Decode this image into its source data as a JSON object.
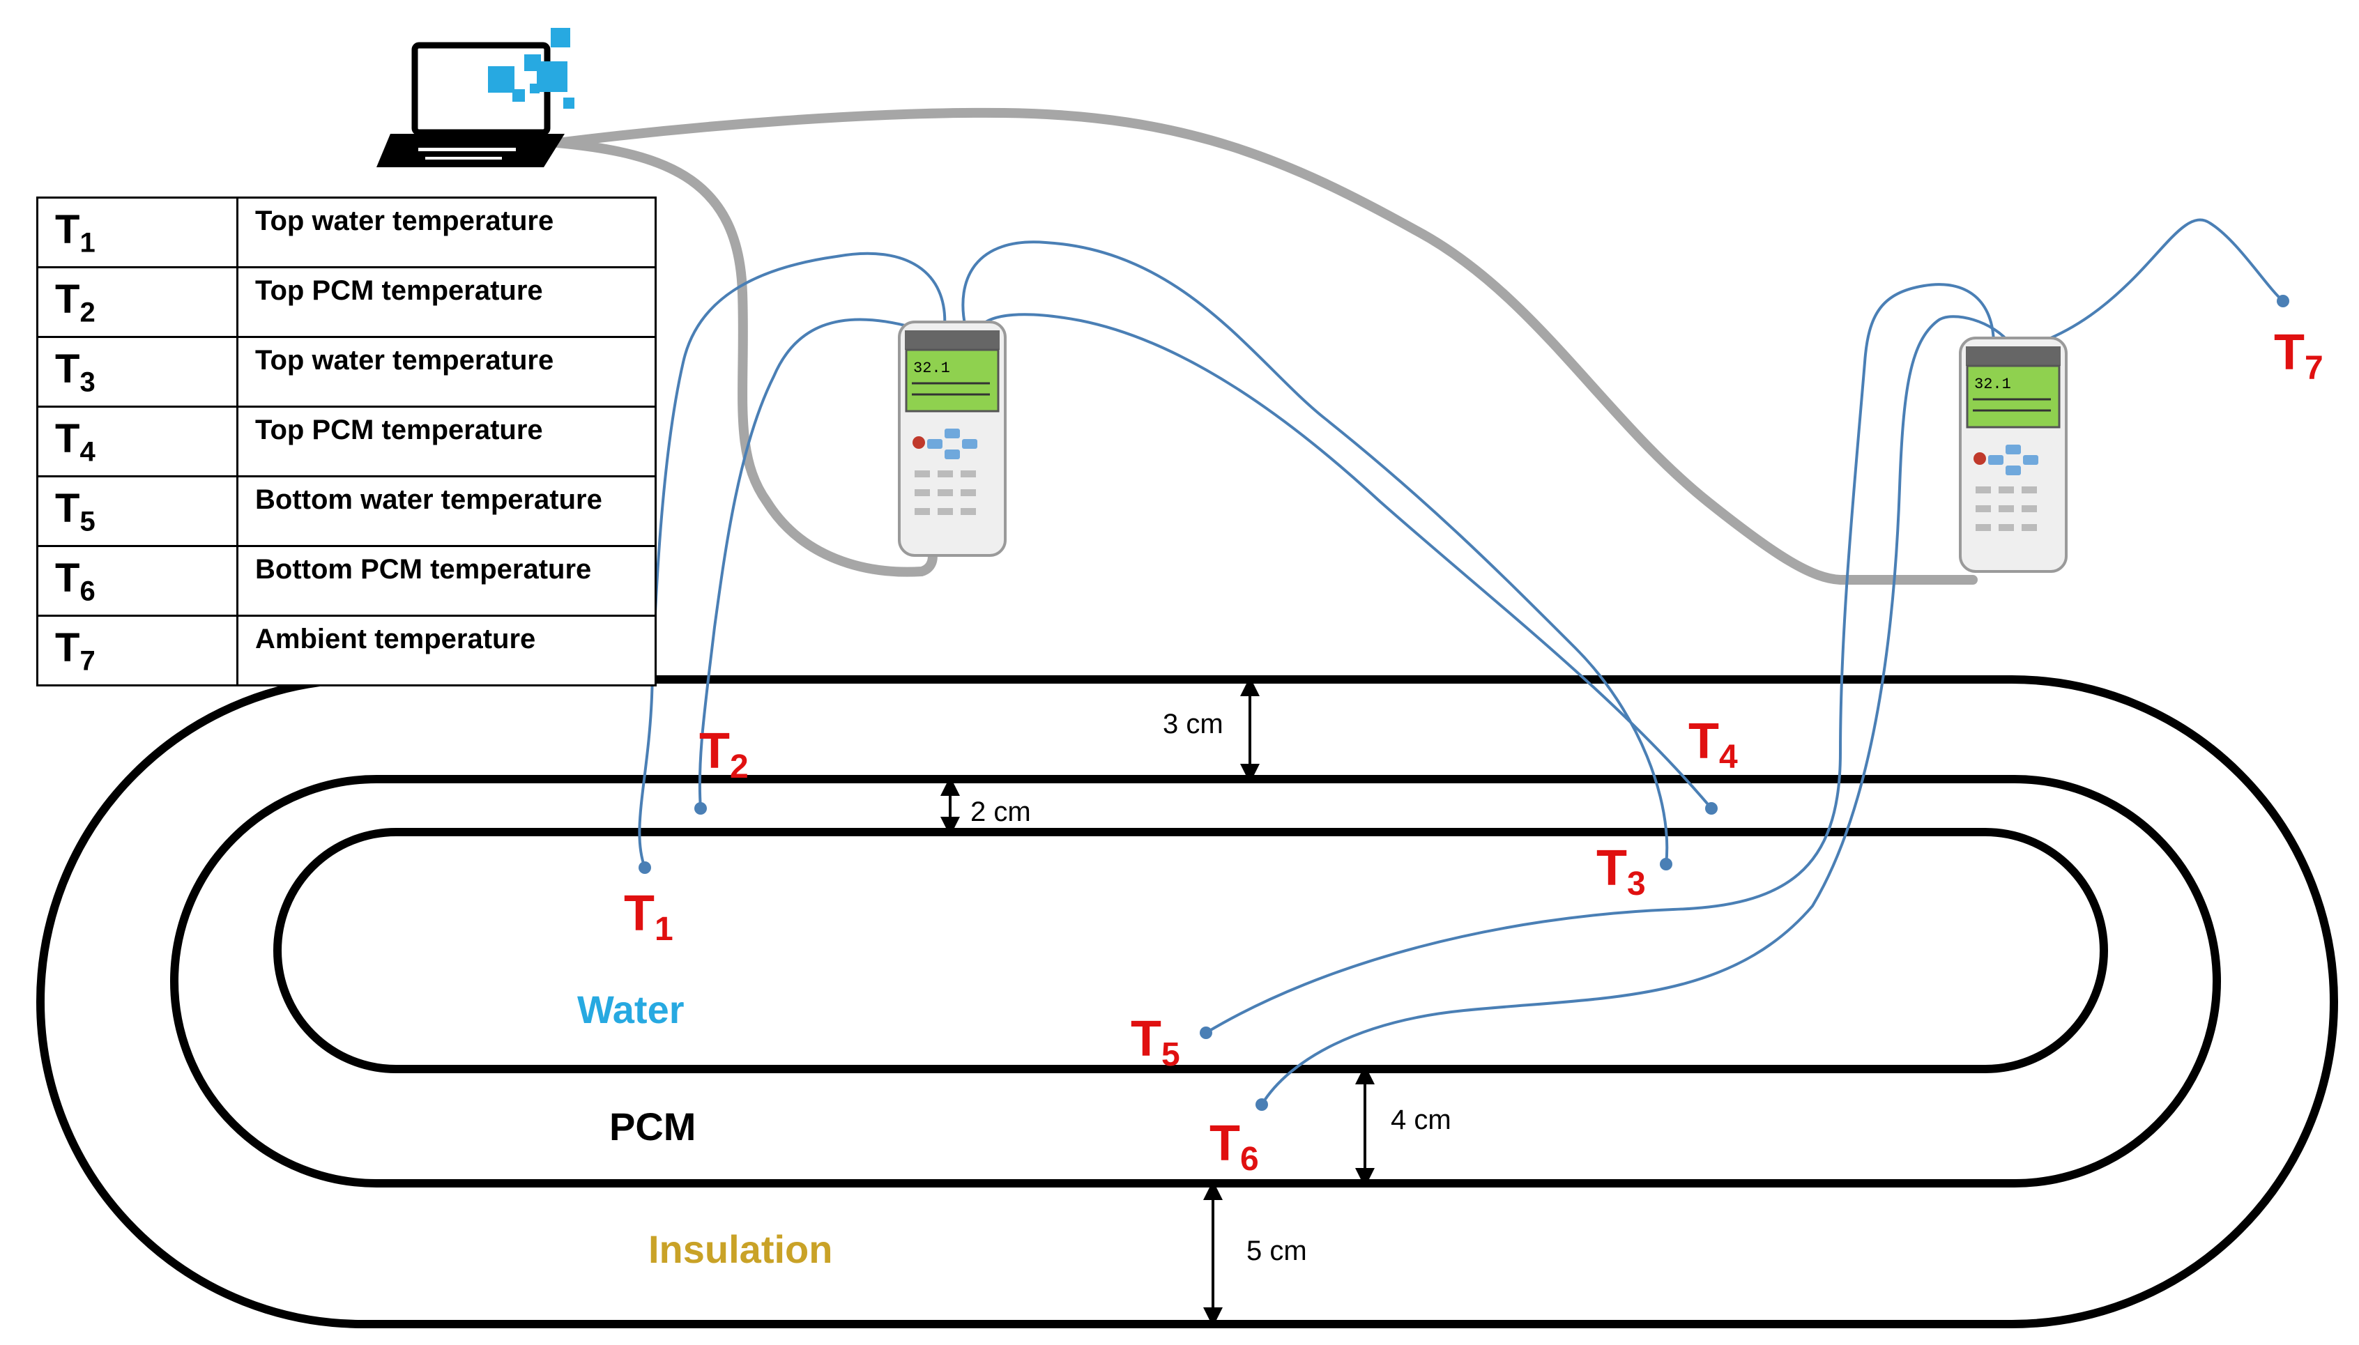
{
  "legend": [
    {
      "symbol": "T",
      "sub": "1",
      "description": "Top water temperature"
    },
    {
      "symbol": "T",
      "sub": "2",
      "description": "Top PCM temperature"
    },
    {
      "symbol": "T",
      "sub": "3",
      "description": "Top water temperature"
    },
    {
      "symbol": "T",
      "sub": "4",
      "description": "Top PCM temperature"
    },
    {
      "symbol": "T",
      "sub": "5",
      "description": "Bottom water temperature"
    },
    {
      "symbol": "T",
      "sub": "6",
      "description": "Bottom PCM temperature"
    },
    {
      "symbol": "T",
      "sub": "7",
      "description": "Ambient temperature"
    }
  ],
  "sensors": {
    "t1": {
      "main": "T",
      "sub": "1"
    },
    "t2": {
      "main": "T",
      "sub": "2"
    },
    "t3": {
      "main": "T",
      "sub": "3"
    },
    "t4": {
      "main": "T",
      "sub": "4"
    },
    "t5": {
      "main": "T",
      "sub": "5"
    },
    "t6": {
      "main": "T",
      "sub": "6"
    },
    "t7": {
      "main": "T",
      "sub": "7"
    }
  },
  "dimensions": {
    "insulation_top": "3 cm",
    "pcm_top": "2 cm",
    "pcm_bottom": "4 cm",
    "insulation_bottom": "5 cm"
  },
  "regions": {
    "water": "Water",
    "pcm": "PCM",
    "insulation": "Insulation"
  },
  "colors": {
    "sensor_label": "#e01010",
    "wire": "#4a7fb5",
    "usb_cable": "#a6a6a6",
    "water_label": "#27a9e1",
    "insulation_label": "#c9a227",
    "logger_screen": "#8fd14f"
  },
  "logger_display": {
    "reading": "32.1"
  }
}
